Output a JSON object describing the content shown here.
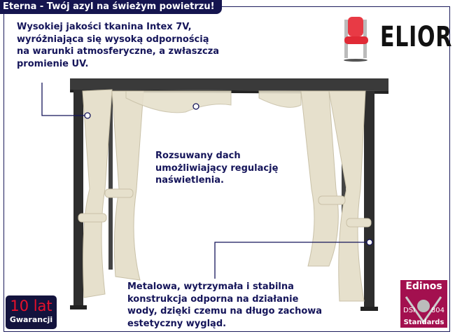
{
  "title": "Eterna - Twój azyl na świeżym powietrzu!",
  "annotations": {
    "fabric": "Wysokiej jakości tkanina Intex 7V,\nwyróżniająca się wysoką odpornością\nna warunki atmosferyczne, a zwłaszcza\npromienie UV.",
    "roof": "Rozsuwany dach\numożliwiający regulację\nnaświetlenia.",
    "construction": "Metalowa, wytrzymała i stabilna\nkonstrukcja odporna na działanie\nwody, dzięki czemu na długo zachowa\nestetyczny wygląd."
  },
  "brand": "ELIOR",
  "warranty": {
    "years": "10 lat",
    "label": "Gwarancji"
  },
  "certificate": {
    "name": "Edinos",
    "left": "DSI",
    "right": "804",
    "bottom": "Standards"
  },
  "colors": {
    "navy": "#15155a",
    "accent": "#a3104f"
  }
}
